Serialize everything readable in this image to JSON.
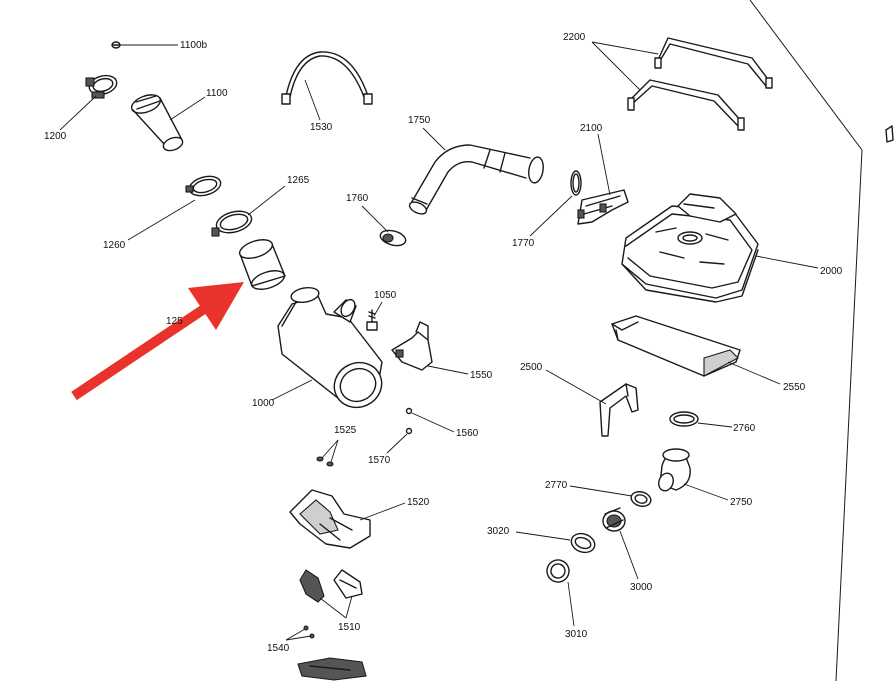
{
  "labels": {
    "p1100b": "1100b",
    "p1100": "1100",
    "p1200": "1200",
    "p1530": "1530",
    "p1750": "1750",
    "p2200": "2200",
    "p2100": "2100",
    "p1265": "1265",
    "p1260": "1260",
    "p1760": "1760",
    "p1770": "1770",
    "p2000": "2000",
    "p125x": "125",
    "p1050": "1050",
    "p1550": "1550",
    "p1000": "1000",
    "p2500": "2500",
    "p2550": "2550",
    "p1525": "1525",
    "p1560": "1560",
    "p1570": "1570",
    "p2760": "2760",
    "p2770": "2770",
    "p2750": "2750",
    "p1520": "1520",
    "p3020": "3020",
    "p3000": "3000",
    "p1510": "1510",
    "p3010": "3010",
    "p1540": "1540"
  },
  "colors": {
    "arrow": "#e8322b",
    "line": "#1a1a1a",
    "background": "#ffffff"
  }
}
